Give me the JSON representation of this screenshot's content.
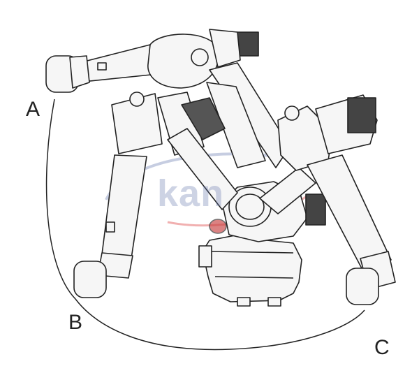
{
  "labels": {
    "a": "A",
    "b": "B",
    "c": "C"
  },
  "watermark": {
    "text": "kan"
  },
  "colors": {
    "line": "#222222",
    "fill": "#f6f6f6",
    "watermark_blue": "#5d6fa8",
    "watermark_red": "#e05050"
  }
}
